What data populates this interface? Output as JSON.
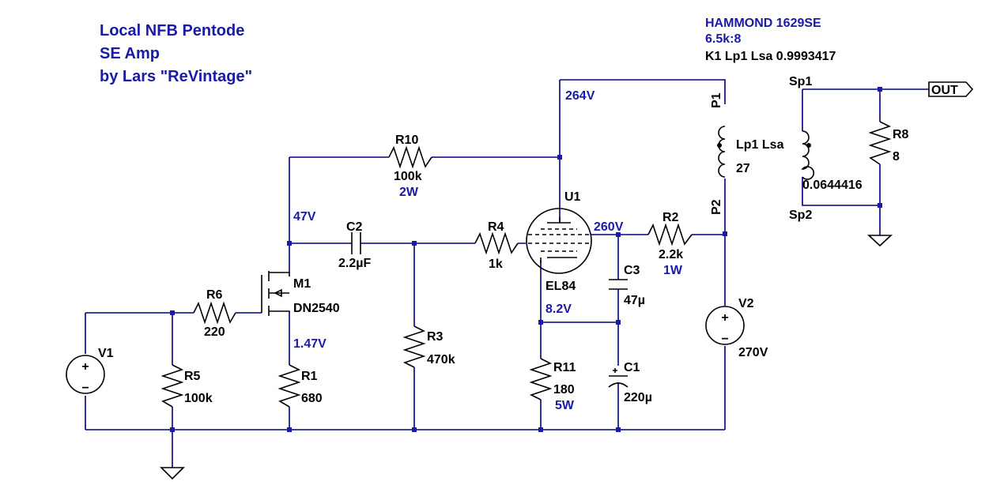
{
  "title_lines": [
    "Local NFB Pentode",
    "SE Amp",
    "by Lars \"ReVintage\""
  ],
  "transformer_note": [
    "HAMMOND 1629SE",
    "6.5k:8",
    "K1 Lp1 Lsa 0.9993417"
  ],
  "components": {
    "R10": {
      "ref": "R10",
      "value": "100k",
      "note": "2W"
    },
    "C2": {
      "ref": "C2",
      "value": "2.2µF"
    },
    "R4": {
      "ref": "R4",
      "value": "1k"
    },
    "U1": {
      "ref": "U1",
      "value": "EL84"
    },
    "R2": {
      "ref": "R2",
      "value": "2.2k",
      "note": "1W"
    },
    "C3": {
      "ref": "C3",
      "value": "47µ"
    },
    "C1": {
      "ref": "C1",
      "value": "220µ"
    },
    "R11": {
      "ref": "R11",
      "value": "180",
      "note": "5W"
    },
    "R3": {
      "ref": "R3",
      "value": "470k"
    },
    "M1": {
      "ref": "M1",
      "value": "DN2540"
    },
    "R6": {
      "ref": "R6",
      "value": "220"
    },
    "R5": {
      "ref": "R5",
      "value": "100k"
    },
    "R1": {
      "ref": "R1",
      "value": "680"
    },
    "V1": {
      "ref": "V1"
    },
    "V2": {
      "ref": "V2",
      "value": "270V"
    },
    "Lp1": {
      "ref": "Lp1",
      "value": "27"
    },
    "Lsa": {
      "ref": "Lsa",
      "value": "0.0644416"
    },
    "R8": {
      "ref": "R8",
      "value": "8"
    }
  },
  "node_voltages": {
    "plate_supply": "264V",
    "screen": "260V",
    "drain": "47V",
    "source": "1.47V",
    "cathode": "8.2V"
  },
  "pins": {
    "p1": "P1",
    "p2": "P2",
    "sp1": "Sp1",
    "sp2": "Sp2",
    "lp1_lsa": "Lp1 Lsa"
  },
  "output_label": "OUT",
  "symbols": {
    "plus": "+",
    "minus": "−"
  }
}
